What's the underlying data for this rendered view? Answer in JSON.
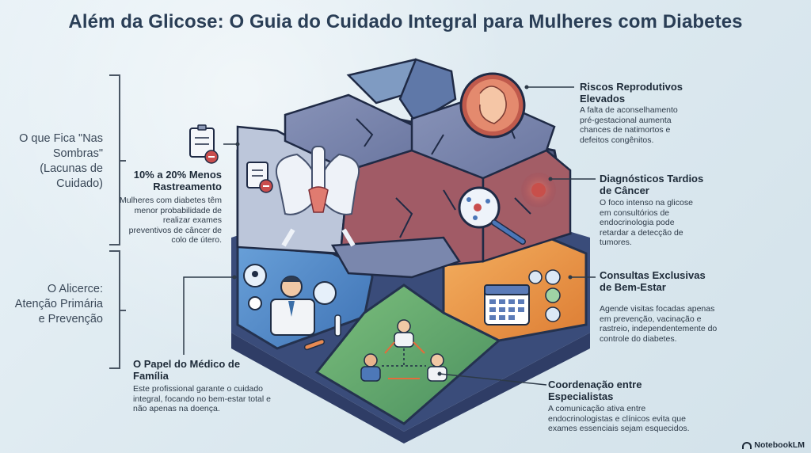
{
  "title": "Além da Glicose: O Guia do Cuidado Integral para Mulheres com Diabetes",
  "sections": {
    "top": "O que Fica \"Nas Sombras\" (Lacunas de Cuidado)",
    "bottom": "O Alicerce: Atenção Primária e Prevenção"
  },
  "annotations": {
    "screening": {
      "title": "10% a 20% Menos Rastreamento",
      "desc": "Mulheres com diabetes têm menor probabilidade de realizar exames preventivos de câncer de colo de útero."
    },
    "reproductive": {
      "title": "Riscos Reprodutivos Elevados",
      "desc": "A falta de aconselhamento pré-gestacional aumenta chances de natimortos e defeitos congênitos."
    },
    "cancer": {
      "title": "Diagnósticos Tardios de Câncer",
      "desc": "O foco intenso na glicose em consultórios de endocrinologia pode retardar a detecção de tumores."
    },
    "wellness": {
      "title": "Consultas Exclusivas de Bem-Estar",
      "desc": "Agende visitas focadas apenas em prevenção, vacinação e rastreio, independentemente do controle do diabetes."
    },
    "family_doctor": {
      "title": "O Papel do Médico de Família",
      "desc": "Este profissional garante o cuidado integral, focando no bem-estar total e não apenas na doença."
    },
    "coordination": {
      "title": "Coordenação entre Especialistas",
      "desc": "A comunicação ativa entre endocrinologistas e clínicos evita que exames essenciais sejam esquecidos."
    }
  },
  "brand": "NotebookLM",
  "colors": {
    "title": "#2a3e56",
    "blue_panel": "#4f86c4",
    "green_panel": "#5a9a6a",
    "orange_panel": "#e98f3e",
    "stone": "#6e7da3",
    "accent_red": "#c2514a"
  }
}
